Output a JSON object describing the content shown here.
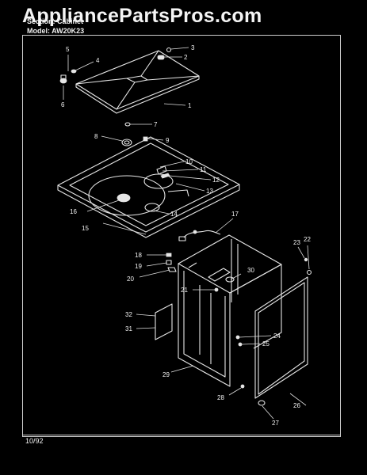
{
  "watermark": "AppliancePartsPros.com",
  "header": {
    "section_line": "Section: Cabinet",
    "model_line": "Model: AW20K23"
  },
  "footer": {
    "date": "10/92"
  },
  "callouts": [
    "1",
    "2",
    "3",
    "4",
    "5",
    "6",
    "7",
    "8",
    "9",
    "10",
    "11",
    "12",
    "13",
    "14",
    "15",
    "16",
    "17",
    "18",
    "19",
    "20",
    "21",
    "22",
    "23",
    "24",
    "25",
    "26",
    "27",
    "28",
    "29",
    "30",
    "31",
    "32"
  ]
}
